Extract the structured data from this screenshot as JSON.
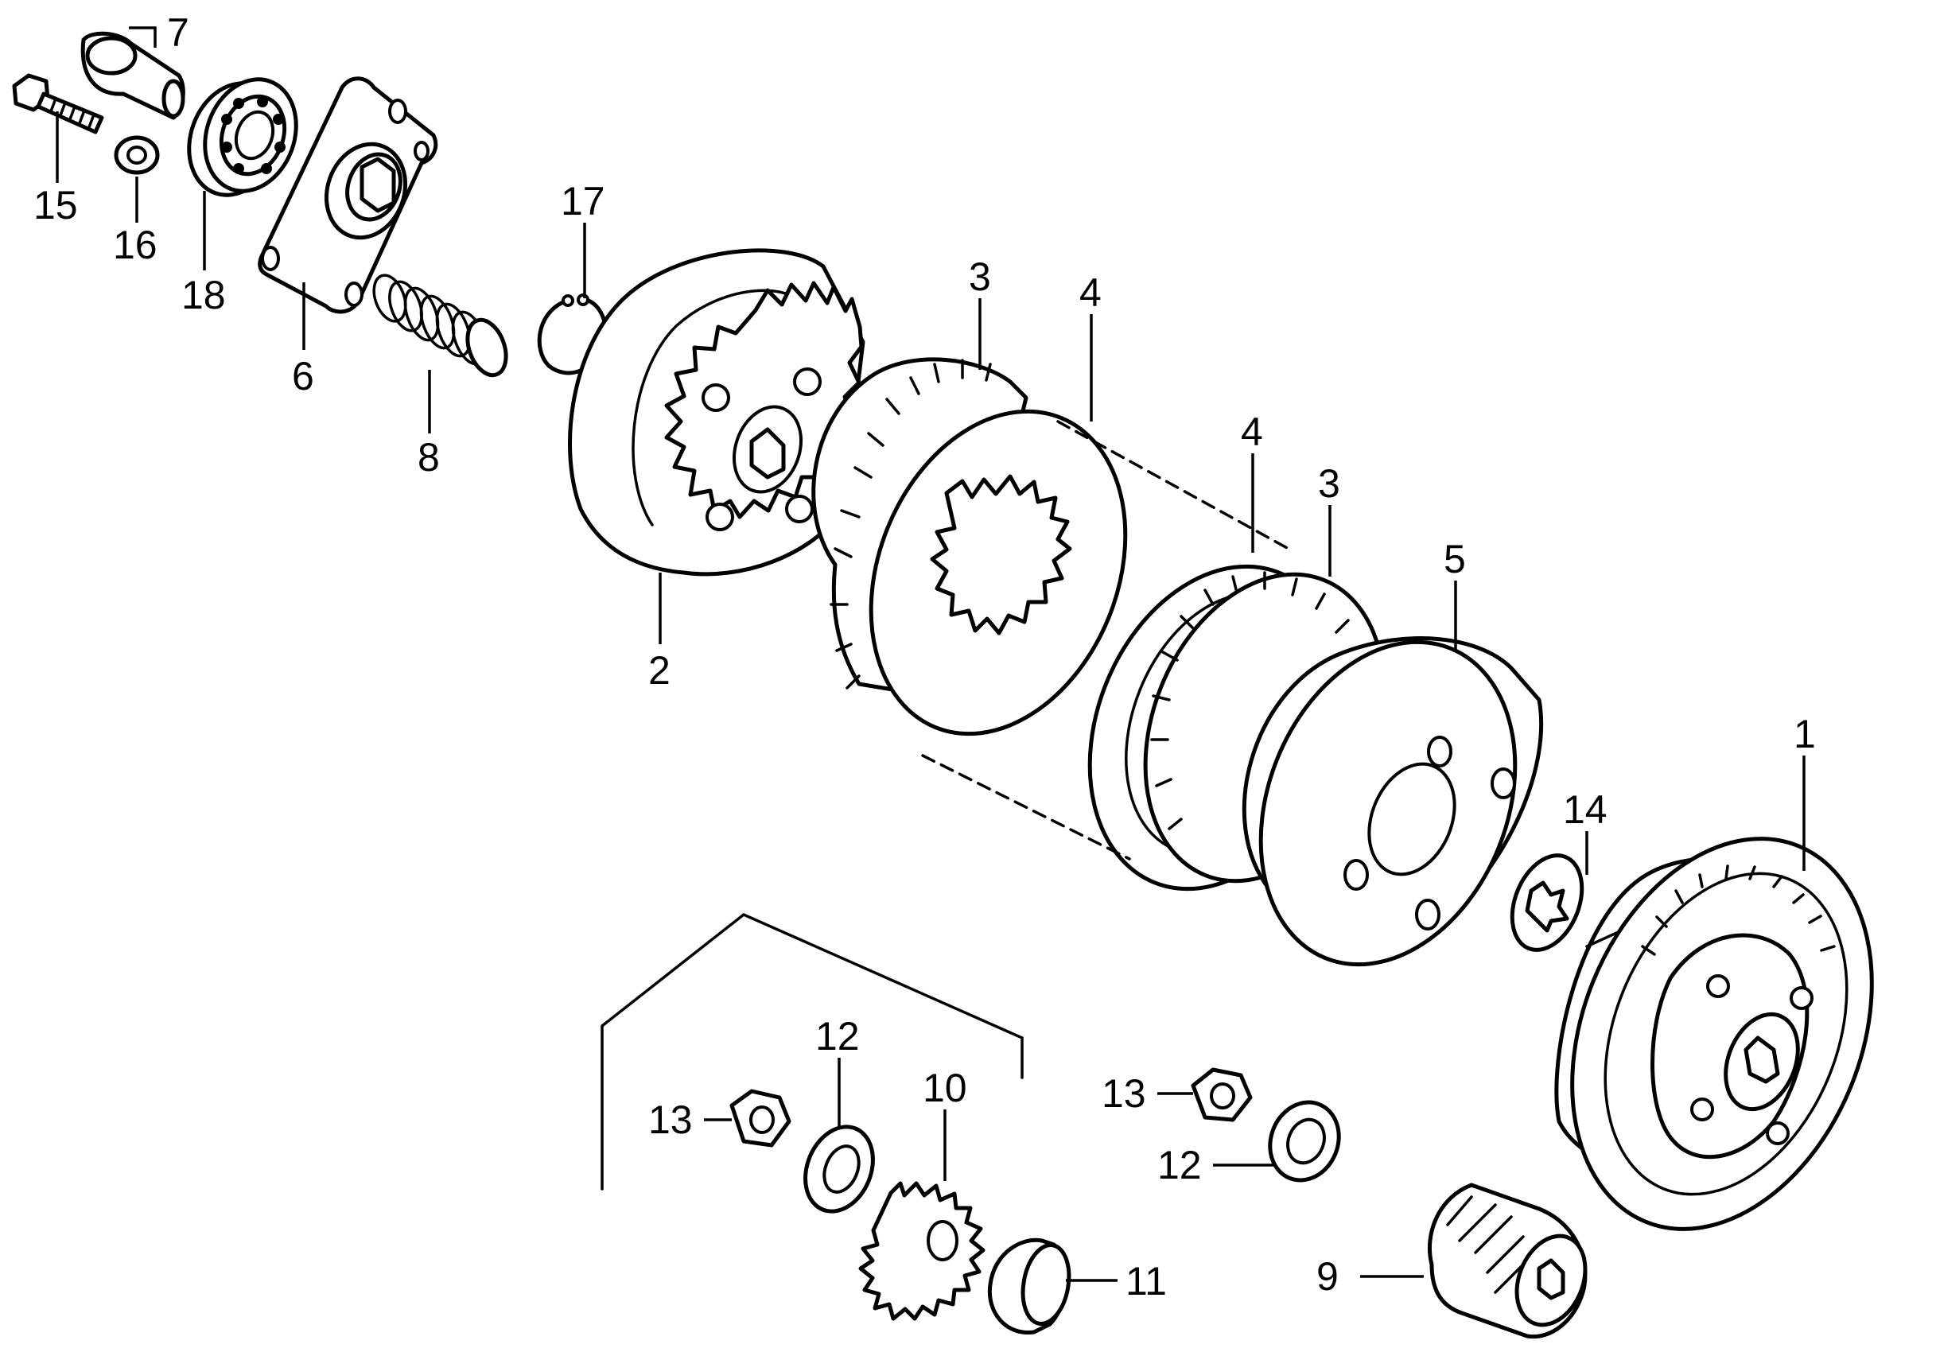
{
  "labels": {
    "p1": "1",
    "p2": "2",
    "p3a": "3",
    "p3b": "3",
    "p4a": "4",
    "p4b": "4",
    "p5": "5",
    "p6": "6",
    "p7": "7",
    "p8": "8",
    "p9": "9",
    "p10": "10",
    "p11": "11",
    "p12a": "12",
    "p12b": "12",
    "p13a": "13",
    "p13b": "13",
    "p14": "14",
    "p15": "15",
    "p16": "16",
    "p17": "17",
    "p18": "18"
  }
}
